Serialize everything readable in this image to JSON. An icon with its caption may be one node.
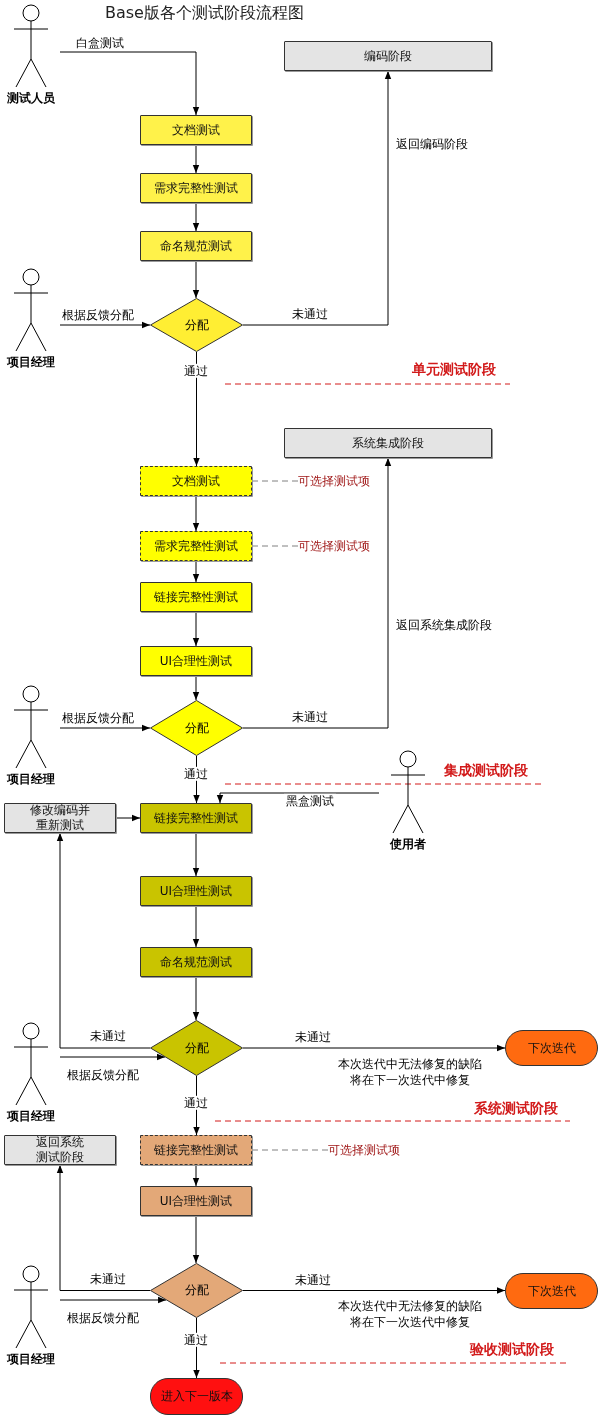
{
  "diagram": {
    "title": "Base版各个测试阶段流程图",
    "nodes": [
      {
        "text": [
          "测试人员"
        ]
      },
      {
        "text": [
          "编码阶段"
        ]
      },
      {
        "text": [
          "文档测试"
        ]
      },
      {
        "text": [
          "需求完整性测试"
        ]
      },
      {
        "text": [
          "命名规范测试"
        ]
      },
      {
        "text": [
          "项目经理"
        ]
      },
      {
        "text": [
          "分配"
        ]
      },
      {
        "text": [
          "系统集成阶段"
        ]
      },
      {
        "text": [
          "文档测试"
        ]
      },
      {
        "text": [
          "需求完整性测试"
        ]
      },
      {
        "text": [
          "链接完整性测试"
        ]
      },
      {
        "text": [
          "UI合理性测试"
        ]
      },
      {
        "text": [
          "项目经理"
        ]
      },
      {
        "text": [
          "分配"
        ]
      },
      {
        "text": [
          "使用者"
        ]
      },
      {
        "text": [
          "修改编码并重新测试"
        ]
      },
      {
        "text": [
          "链接完整性测试"
        ]
      },
      {
        "text": [
          "UI合理性测试"
        ]
      },
      {
        "text": [
          "命名规范测试"
        ]
      },
      {
        "text": [
          "项目经理"
        ]
      },
      {
        "text": [
          "分配"
        ]
      },
      {
        "text": [
          "下次迭代"
        ]
      },
      {
        "text": [
          "返回系统测试阶段"
        ]
      },
      {
        "text": [
          "链接完整性测试"
        ]
      },
      {
        "text": [
          "UI合理性测试"
        ]
      },
      {
        "text": [
          "项目经理"
        ]
      },
      {
        "text": [
          "分配"
        ]
      },
      {
        "text": [
          "下次迭代"
        ]
      },
      {
        "text": [
          "进入下一版本"
        ]
      },
      {
        "text": [
          "可选择测试项"
        ]
      },
      {
        "text": [
          "可选择测试项"
        ]
      },
      {
        "text": [
          "可选择测试项"
        ]
      }
    ],
    "edges": [
      {
        "from": 0,
        "to": 2,
        "arrow": "to",
        "label": "白盒测试"
      },
      {
        "from": 2,
        "to": 3,
        "arrow": "to"
      },
      {
        "from": 3,
        "to": 4,
        "arrow": "to"
      },
      {
        "from": 4,
        "to": 6,
        "arrow": "to"
      },
      {
        "from": 5,
        "to": 6,
        "arrow": "to",
        "label": "根据反馈分配"
      },
      {
        "from": 6,
        "to": 1,
        "arrow": "to",
        "label": "未通过"
      },
      {
        "from": 6,
        "to": 8,
        "arrow": "to",
        "label": "通过"
      },
      {
        "from": 8,
        "to": 9,
        "arrow": "to"
      },
      {
        "from": 9,
        "to": 10,
        "arrow": "to"
      },
      {
        "from": 10,
        "to": 11,
        "arrow": "to"
      },
      {
        "from": 11,
        "to": 13,
        "arrow": "to"
      },
      {
        "from": 12,
        "to": 13,
        "arrow": "to",
        "label": "根据反馈分配"
      },
      {
        "from": 13,
        "to": 7,
        "arrow": "to",
        "label": "未通过"
      },
      {
        "from": 13,
        "to": 16,
        "arrow": "to",
        "label": "通过"
      },
      {
        "from": 14,
        "to": 16,
        "arrow": "to",
        "label": "黑盒测试"
      },
      {
        "from": 15,
        "to": 16,
        "arrow": "to"
      },
      {
        "from": 16,
        "to": 17,
        "arrow": "to"
      },
      {
        "from": 17,
        "to": 18,
        "arrow": "to"
      },
      {
        "from": 18,
        "to": 20,
        "arrow": "to"
      },
      {
        "from": 20,
        "to": 15,
        "arrow": "to",
        "label": "未通过"
      },
      {
        "from": 19,
        "to": 20,
        "arrow": "to",
        "label": "根据反馈分配"
      },
      {
        "from": 20,
        "to": 21,
        "arrow": "to",
        "label": "未通过"
      },
      {
        "from": 20,
        "to": 23,
        "arrow": "to",
        "label": "通过"
      },
      {
        "from": 23,
        "to": 24,
        "arrow": "to"
      },
      {
        "from": 24,
        "to": 26,
        "arrow": "to"
      },
      {
        "from": 26,
        "to": 22,
        "arrow": "to",
        "label": "未通过"
      },
      {
        "from": 25,
        "to": 26,
        "arrow": "to",
        "label": "根据反馈分配"
      },
      {
        "from": 26,
        "to": 27,
        "arrow": "to",
        "label": "未通过"
      },
      {
        "from": 26,
        "to": 28,
        "arrow": "to",
        "label": "通过"
      },
      {
        "from": 8,
        "to": 29,
        "arrow": "none",
        "style": "dashed",
        "color": "#808080"
      },
      {
        "from": 9,
        "to": 30,
        "arrow": "none",
        "style": "dashed",
        "color": "#808080"
      },
      {
        "from": 23,
        "to": 31,
        "arrow": "none",
        "style": "dashed",
        "color": "#808080"
      }
    ],
    "labels": [
      "返回编码阶段",
      "单元测试阶段",
      "返回系统集成阶段",
      "集成测试阶段",
      "本次迭代中无法修复的缺陷将在下一次迭代中修复",
      "系统测试阶段",
      "本次迭代中无法修复的缺陷将在下一次迭代中修复",
      "验收测试阶段"
    ]
  }
}
